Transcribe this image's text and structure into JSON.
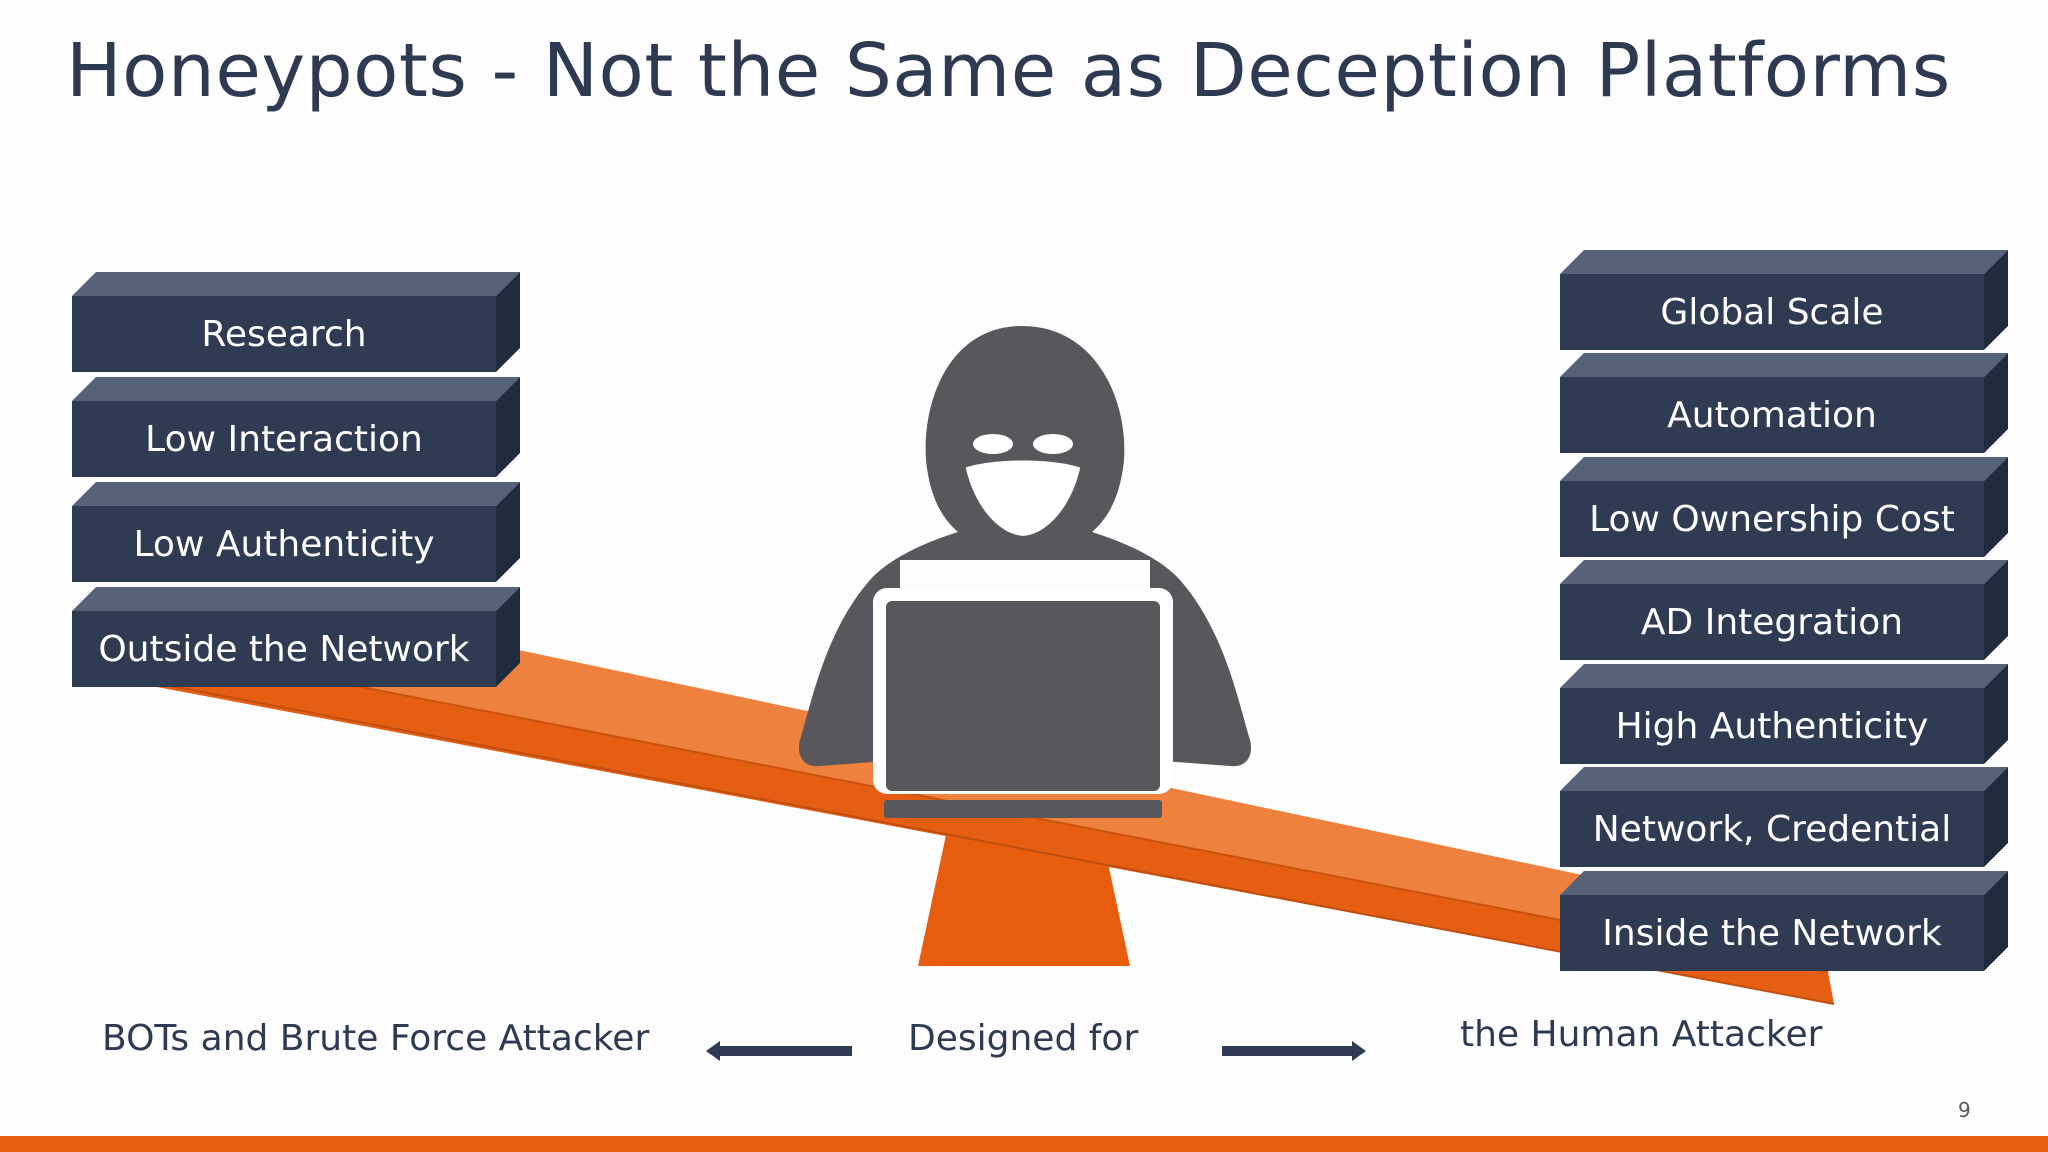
{
  "title": "Honeypots - Not the Same as Deception Platforms",
  "left_stack": [
    "Research",
    "Low Interaction",
    "Low Authenticity",
    "Outside the Network"
  ],
  "right_stack": [
    "Global Scale",
    "Automation",
    "Low Ownership Cost",
    "AD Integration",
    "High Authenticity",
    "Network, Credential",
    "Inside the Network"
  ],
  "bottom": {
    "left": "BOTs and Brute Force Attacker",
    "center": "Designed for",
    "right": "the Human Attacker"
  },
  "page_number": "9",
  "colors": {
    "block_front": "#2e3b53",
    "block_top": "#566277",
    "block_side": "#212b3e",
    "accent_orange": "#e85c0d",
    "hacker": "#58575b",
    "title_text": "#2e3a52"
  }
}
